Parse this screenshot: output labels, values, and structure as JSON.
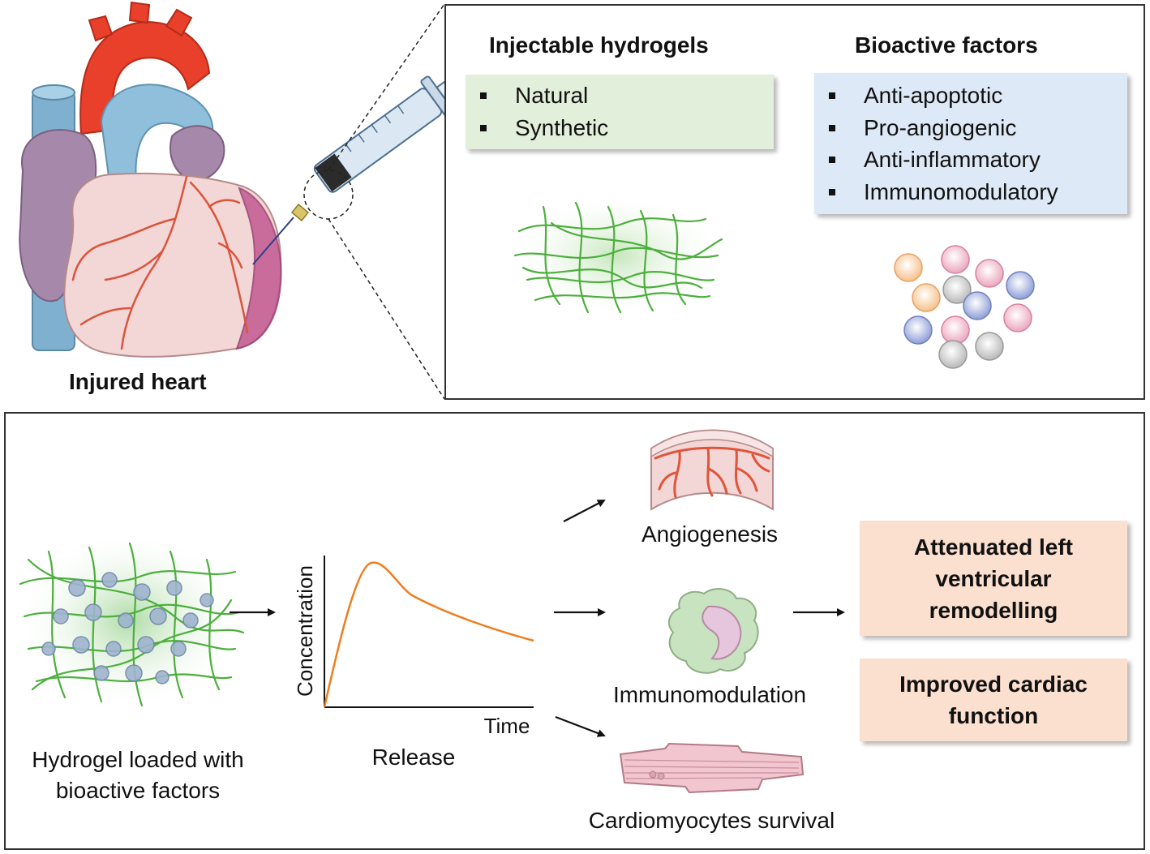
{
  "heart": {
    "label": "Injured heart"
  },
  "hydrogels": {
    "title": "Injectable hydrogels",
    "items": [
      "Natural",
      "Synthetic"
    ]
  },
  "factors": {
    "title": "Bioactive factors",
    "items": [
      "Anti-apoptotic",
      "Pro-angiogenic",
      "Anti-inflammatory",
      "Immunomodulatory"
    ]
  },
  "flow": {
    "loaded_label_line1": "Hydrogel loaded with",
    "loaded_label_line2": "bioactive factors",
    "release_label": "Release",
    "chart_ylabel": "Concentration",
    "chart_xlabel": "Time",
    "effects": [
      "Angiogenesis",
      "Immunomodulation",
      "Cardiomyocytes survival"
    ],
    "outcomes": [
      "Attenuated left ventricular remodelling",
      "Improved cardiac function"
    ]
  },
  "colors": {
    "hydrogel_box": "#e2efda",
    "factors_box": "#dde9f6",
    "outcome_box": "#fbdfcf",
    "fiber": "#4caf3c",
    "release_curve": "#ee7d1f",
    "vessel": "#e0553a"
  }
}
